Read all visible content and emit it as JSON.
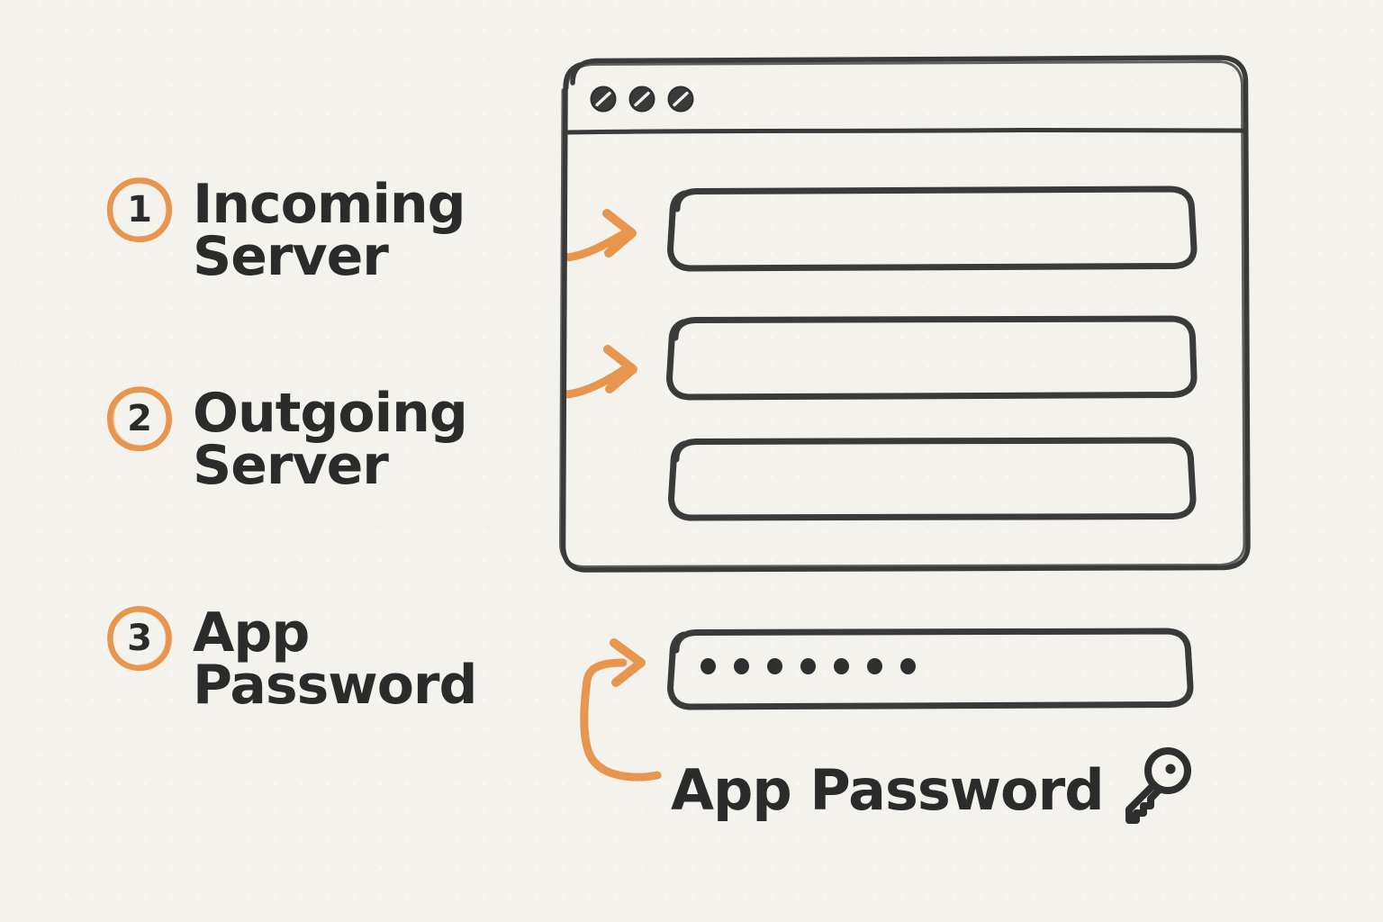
{
  "page": {
    "background_color": "#f4f2ed",
    "ink_color": "#2f2f2f",
    "accent_color": "#e8954e"
  },
  "steps": [
    {
      "number": "1",
      "label": "Incoming\nServer",
      "badge_icon": "circle-number-icon",
      "arrow_icon": "curved-arrow-right-icon"
    },
    {
      "number": "2",
      "label": "Outgoing\nServer",
      "badge_icon": "circle-number-icon",
      "arrow_icon": "curved-arrow-right-icon"
    },
    {
      "number": "3",
      "label": "App\nPassword",
      "badge_icon": "circle-number-icon",
      "arrow_icon": "hooked-arrow-right-icon"
    }
  ],
  "browser_window": {
    "title_bar": {
      "buttons": [
        {
          "name": "window-button-close",
          "icon": "slashed-circle-icon"
        },
        {
          "name": "window-button-minimize",
          "icon": "slashed-circle-icon"
        },
        {
          "name": "window-button-maximize",
          "icon": "slashed-circle-icon"
        }
      ]
    },
    "fields": [
      {
        "name": "incoming-server-field",
        "value": "",
        "placeholder": ""
      },
      {
        "name": "outgoing-server-field",
        "value": "",
        "placeholder": ""
      },
      {
        "name": "third-field",
        "value": "",
        "placeholder": ""
      }
    ]
  },
  "password_row": {
    "field": {
      "name": "app-password-field",
      "masked_character_count": 7,
      "value": "",
      "placeholder": ""
    },
    "caption": "App Password",
    "caption_icon": "key-icon"
  }
}
